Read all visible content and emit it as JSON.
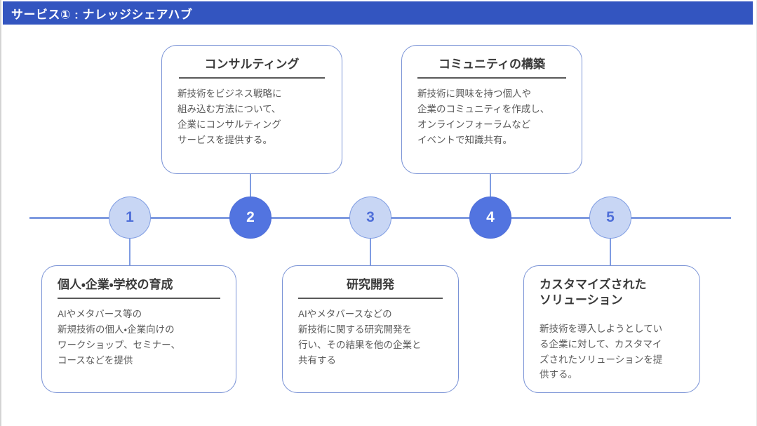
{
  "header": {
    "title": "サービス① : ナレッジシェアハブ",
    "background_color": "#3355C0",
    "text_color": "#FFFFFF"
  },
  "colors": {
    "banner_blue": "#3355C0",
    "node_solid": "#5274E0",
    "node_light_fill": "#C8D6F4",
    "node_border": "#7F9CE2",
    "card_border": "#7A93D6",
    "axis_line": "#7E9AE0",
    "rule_gray": "#595959",
    "body_text": "#5A5A5A",
    "title_text": "#3A3A3A"
  },
  "timeline": {
    "nodes": [
      {
        "number": "1",
        "style": "light",
        "card_position": "bottom"
      },
      {
        "number": "2",
        "style": "solid",
        "card_position": "top"
      },
      {
        "number": "3",
        "style": "light",
        "card_position": "bottom"
      },
      {
        "number": "4",
        "style": "solid",
        "card_position": "top"
      },
      {
        "number": "5",
        "style": "light",
        "card_position": "bottom"
      }
    ]
  },
  "cards": [
    {
      "id": "1",
      "title": "個人・企業・学校の育成",
      "title_align": "left",
      "body": "AIやメタバース等の\n新規技術の個人・企業向けの\nワークショップ、セミナー、\nコースなどを提供"
    },
    {
      "id": "2",
      "title": "コンサルティング",
      "title_align": "center",
      "body": "新技術をビジネス戦略に\n組み込む方法について、\n企業にコンサルティング\nサービスを提供する。"
    },
    {
      "id": "3",
      "title": "研究開発",
      "title_align": "center",
      "body": "AIやメタバースなどの\n新技術に関する研究開発を\n行い、その結果を他の企業と\n共有する"
    },
    {
      "id": "4",
      "title": "コミュニティの構築",
      "title_align": "center",
      "body": "新技術に興味を持つ個人や\n企業のコミュニティを作成し、\nオンラインフォーラムなど\nイベントで知識共有。"
    },
    {
      "id": "5",
      "title": "カスタマイズされた\nソリューション",
      "title_align": "left",
      "body": "新技術を導入しようとしてい\nる企業に対して、カスタマイ\nズされたソリューションを提\n供する。"
    }
  ]
}
